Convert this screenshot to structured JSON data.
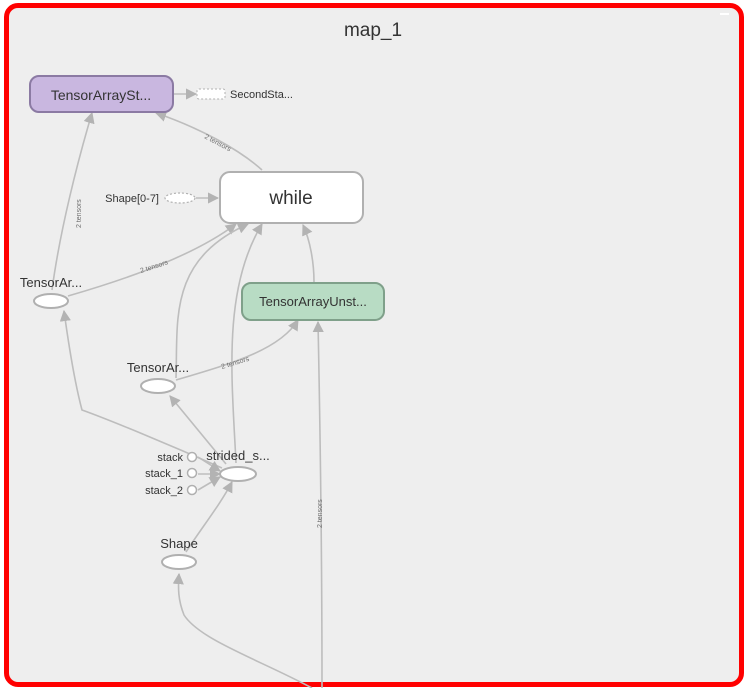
{
  "graph": {
    "title": "map_1",
    "nodes": {
      "tensor_array_st": "TensorArraySt...",
      "second_sta": "SecondSta...",
      "shape_range": "Shape[0-7]",
      "while": "while",
      "tensor_ar_left": "TensorAr...",
      "tensor_ar_mid": "TensorAr...",
      "tensor_array_unst": "TensorArrayUnst...",
      "stack": "stack",
      "stack_1": "stack_1",
      "stack_2": "stack_2",
      "strided_s": "strided_s...",
      "shape": "Shape"
    },
    "edge_labels": {
      "while_to_tensor_array_st": "2 tensors",
      "left_to_tensor_array_st": "2 tensors",
      "left_to_while": "2 tensors",
      "mid_to_unst": "2 tensors",
      "bottom_to_unst": "2 tensors"
    },
    "colors": {
      "frame_border": "#ff0000",
      "background": "#eeeeee",
      "purple_fill": "#c9b7e0",
      "purple_stroke": "#8b7aa3",
      "green_fill": "#b8dcc4",
      "green_stroke": "#7fa08a",
      "edge": "#bdbdbd"
    }
  }
}
